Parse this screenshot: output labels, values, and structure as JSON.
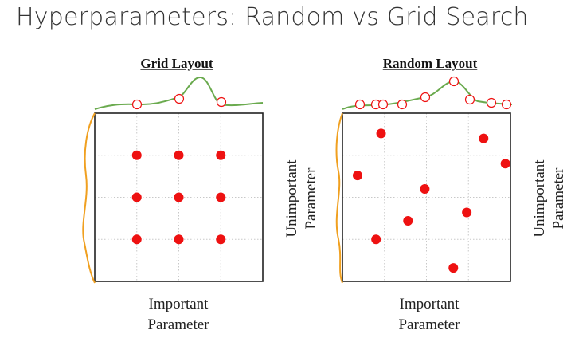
{
  "slide_title": "Hyperparameters: Random vs Grid Search",
  "panels": [
    {
      "title": "Grid Layout",
      "x_label": [
        "Important",
        "Parameter"
      ],
      "y_label": [
        "Unimportant",
        "Parameter"
      ],
      "points": [
        [
          0.25,
          0.25
        ],
        [
          0.5,
          0.25
        ],
        [
          0.75,
          0.25
        ],
        [
          0.25,
          0.5
        ],
        [
          0.5,
          0.5
        ],
        [
          0.75,
          0.5
        ],
        [
          0.25,
          0.75
        ],
        [
          0.5,
          0.75
        ],
        [
          0.75,
          0.75
        ]
      ]
    },
    {
      "title": "Random Layout",
      "x_label": [
        "Important",
        "Parameter"
      ],
      "y_label": [
        "Unimportant",
        "Parameter"
      ],
      "points": [
        [
          0.23,
          0.12
        ],
        [
          0.84,
          0.15
        ],
        [
          0.97,
          0.3
        ],
        [
          0.09,
          0.37
        ],
        [
          0.49,
          0.45
        ],
        [
          0.74,
          0.59
        ],
        [
          0.39,
          0.64
        ],
        [
          0.2,
          0.75
        ],
        [
          0.66,
          0.92
        ]
      ]
    }
  ],
  "colors": {
    "point": "#ee1111",
    "x_marginal": "#6aaa4e",
    "y_marginal": "#f0a020",
    "frame": "#222222",
    "grid": "#c8c8c8"
  }
}
